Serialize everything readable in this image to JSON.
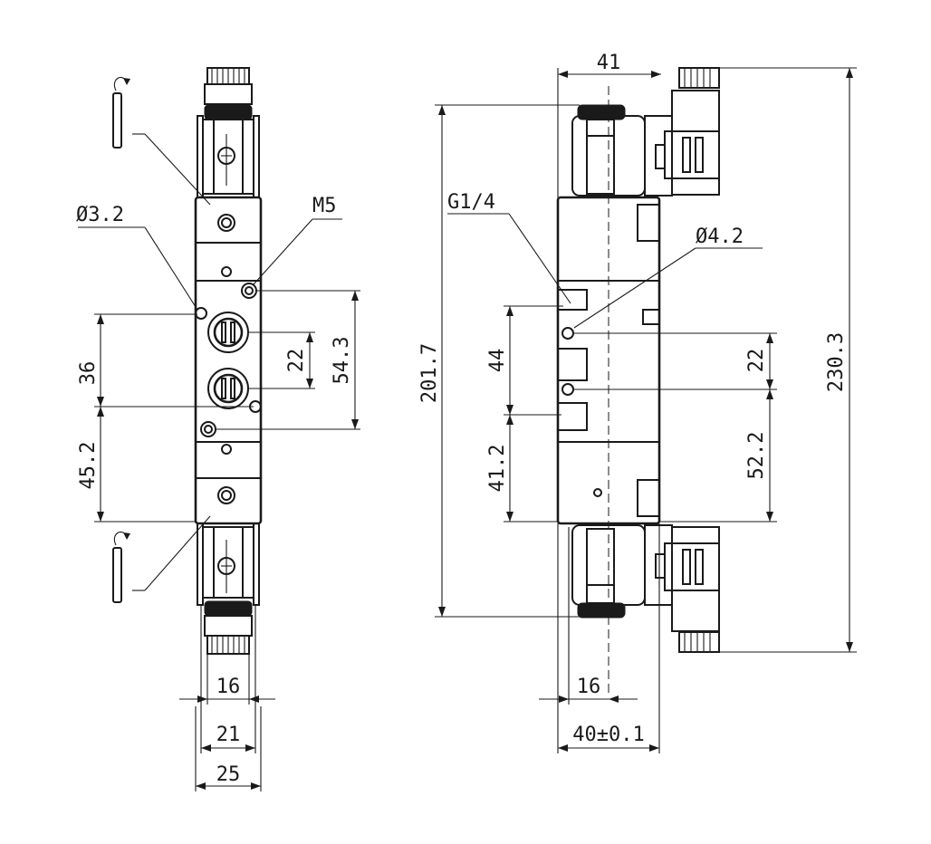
{
  "colors": {
    "line": "#1a1a1a",
    "background": "#ffffff"
  },
  "front_view": {
    "port_dia": "Ø3.2",
    "pilot_thread": "M5",
    "dim_36": "36",
    "dim_45_2": "45.2",
    "dim_22": "22",
    "dim_54_3": "54.3",
    "dim_16": "16",
    "dim_21": "21",
    "dim_25": "25",
    "manual_override_icon": "manual-override-icon"
  },
  "side_view": {
    "dim_41": "41",
    "port_thread": "G1/4",
    "mount_dia": "Ø4.2",
    "dim_201_7": "201.7",
    "dim_230_3": "230.3",
    "dim_44": "44",
    "dim_41_2": "41.2",
    "dim_22": "22",
    "dim_52_2": "52.2",
    "dim_16": "16",
    "dim_40": "40±0.1"
  }
}
